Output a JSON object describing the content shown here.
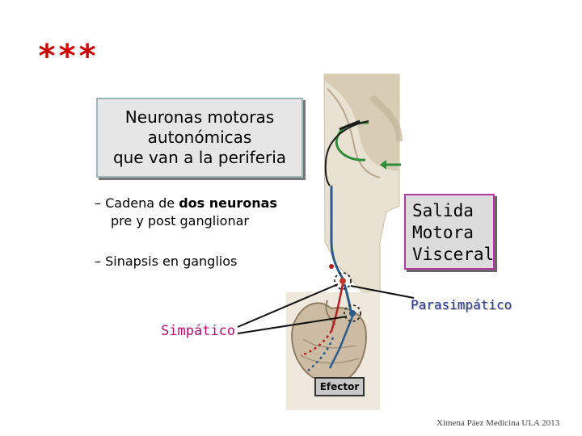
{
  "decoration": {
    "stars": "***"
  },
  "title_box": {
    "lines": [
      "Neuronas motoras",
      "autonómicas",
      "que van a la periferia"
    ]
  },
  "bullets": [
    {
      "prefix": "– Cadena de ",
      "bold": "dos neuronas",
      "line2": "pre y post ganglionar"
    },
    {
      "text": "– Sinapsis en ganglios"
    }
  ],
  "salida_box": {
    "lines": [
      "Salida",
      "Motora",
      "Visceral"
    ]
  },
  "labels": {
    "parasimpatico": "Parasimpático",
    "simpatico": "Simpático",
    "efector": "Efector"
  },
  "footer": {
    "credit": "Ximena Páez Medicina ULA 2013"
  },
  "colors": {
    "stars": "#cc0000",
    "salida_border": "#b03aa0",
    "parasimpatico_text": "#2a3a8a",
    "simpatico_text": "#b01070",
    "blue_nerve": "#2a5a8c",
    "green_nerve": "#2e8b3a",
    "red_nerve": "#b02020"
  }
}
